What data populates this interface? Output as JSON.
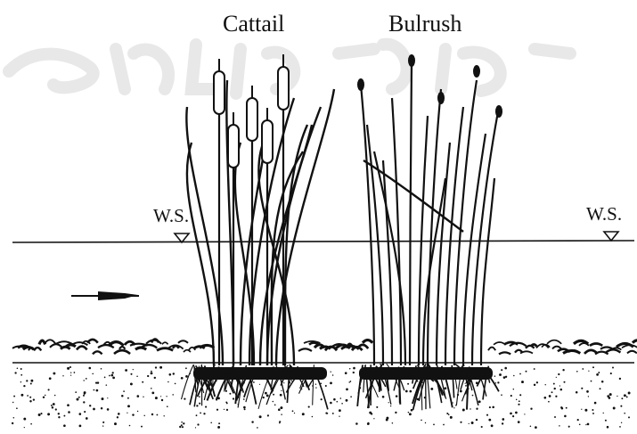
{
  "labels": {
    "cattail": "Cattail",
    "bulrush": "Bulrush",
    "water_surface_left": "W.S.",
    "water_surface_right": "W.S."
  },
  "colors": {
    "ink": "#111111",
    "background": "#ffffff",
    "watermark": "#d6d6d6"
  },
  "icons": {
    "flow_arrow": "flow-arrow-icon",
    "water_surface_marker": "triangle-down-icon"
  }
}
